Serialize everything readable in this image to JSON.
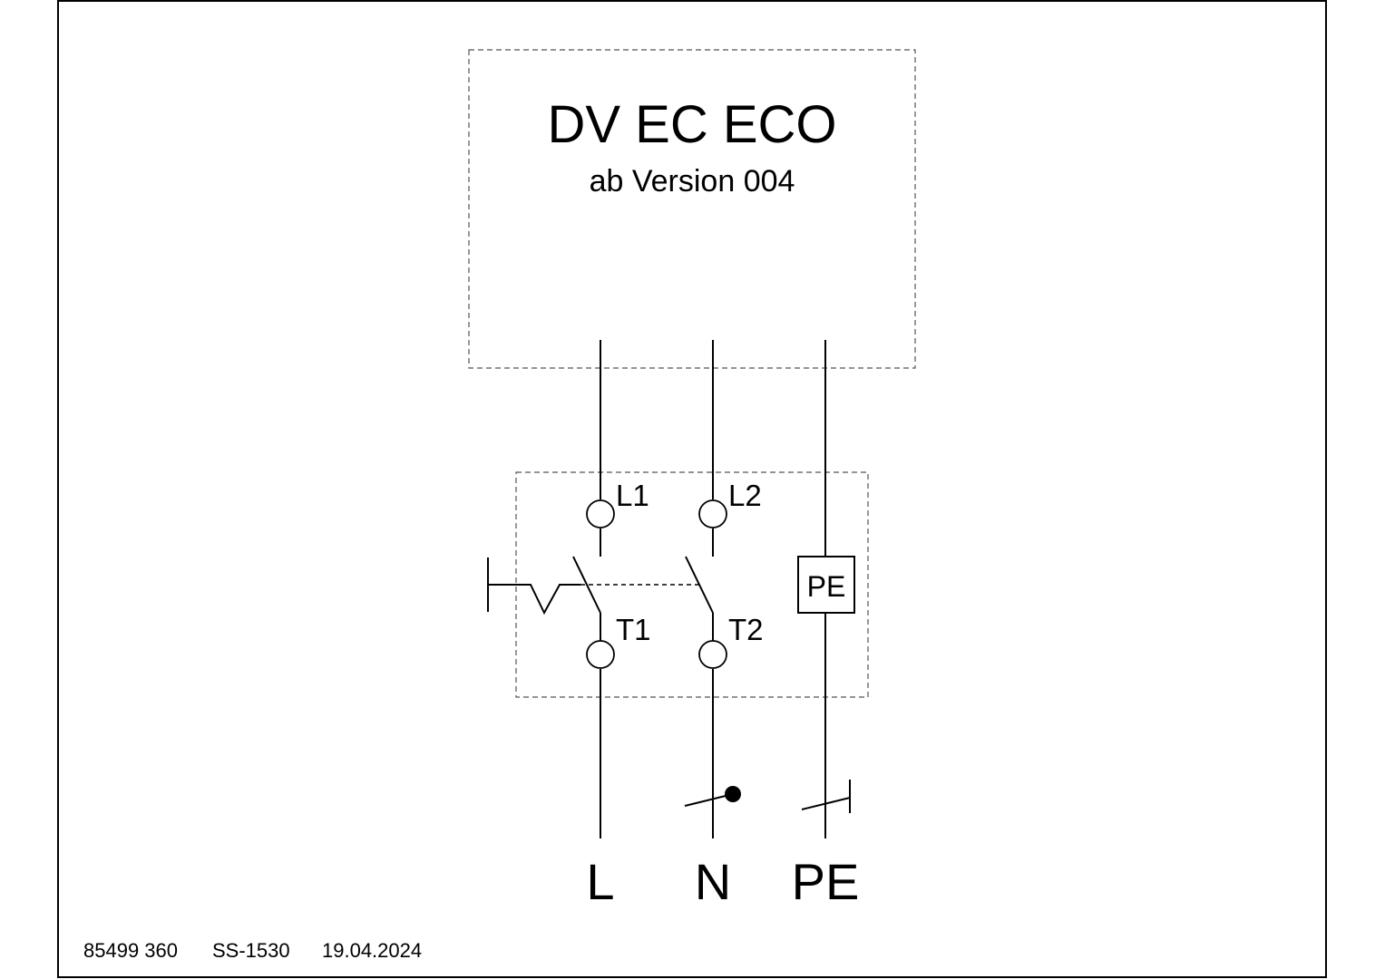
{
  "device": {
    "title": "DV EC ECO",
    "subtitle": "ab Version 004"
  },
  "switch": {
    "terminals": {
      "l1": "L1",
      "l2": "L2",
      "t1": "T1",
      "t2": "T2"
    },
    "pe_label": "PE"
  },
  "supply": {
    "l": "L",
    "n": "N",
    "pe": "PE"
  },
  "footer": {
    "part_number": "85499 360",
    "doc_code": "SS-1530",
    "date": "19.04.2024"
  }
}
